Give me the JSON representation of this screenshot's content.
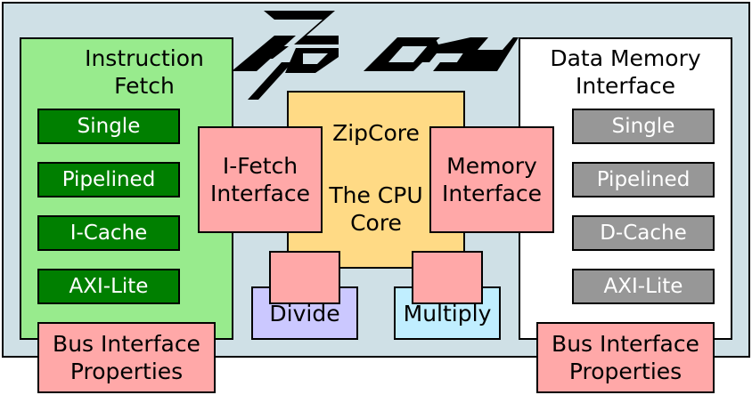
{
  "colors": {
    "background": "#cfe0e6",
    "fetch_panel": "#98eb8d",
    "fetch_option": "#007f00",
    "data_panel": "#ffffff",
    "data_option": "#979797",
    "core": "#ffda85",
    "interface": "#ffa8a8",
    "divide": "#cbc8ff",
    "multiply": "#c0eeff"
  },
  "logo": {
    "icon": "zipcpu-logo"
  },
  "fetch_panel": {
    "title": "Instruction Fetch",
    "options": [
      "Single",
      "Pipelined",
      "I-Cache",
      "AXI-Lite"
    ],
    "bus_properties": "Bus Interface Properties"
  },
  "data_panel": {
    "title": "Data Memory Interface",
    "options": [
      "Single",
      "Pipelined",
      "D-Cache",
      "AXI-Lite"
    ],
    "bus_properties": "Bus Interface Properties"
  },
  "core": {
    "name": "ZipCore",
    "description": "The CPU Core",
    "ifetch_interface": "I-Fetch Interface",
    "memory_interface": "Memory Interface",
    "divide": "Divide",
    "multiply": "Multiply"
  }
}
